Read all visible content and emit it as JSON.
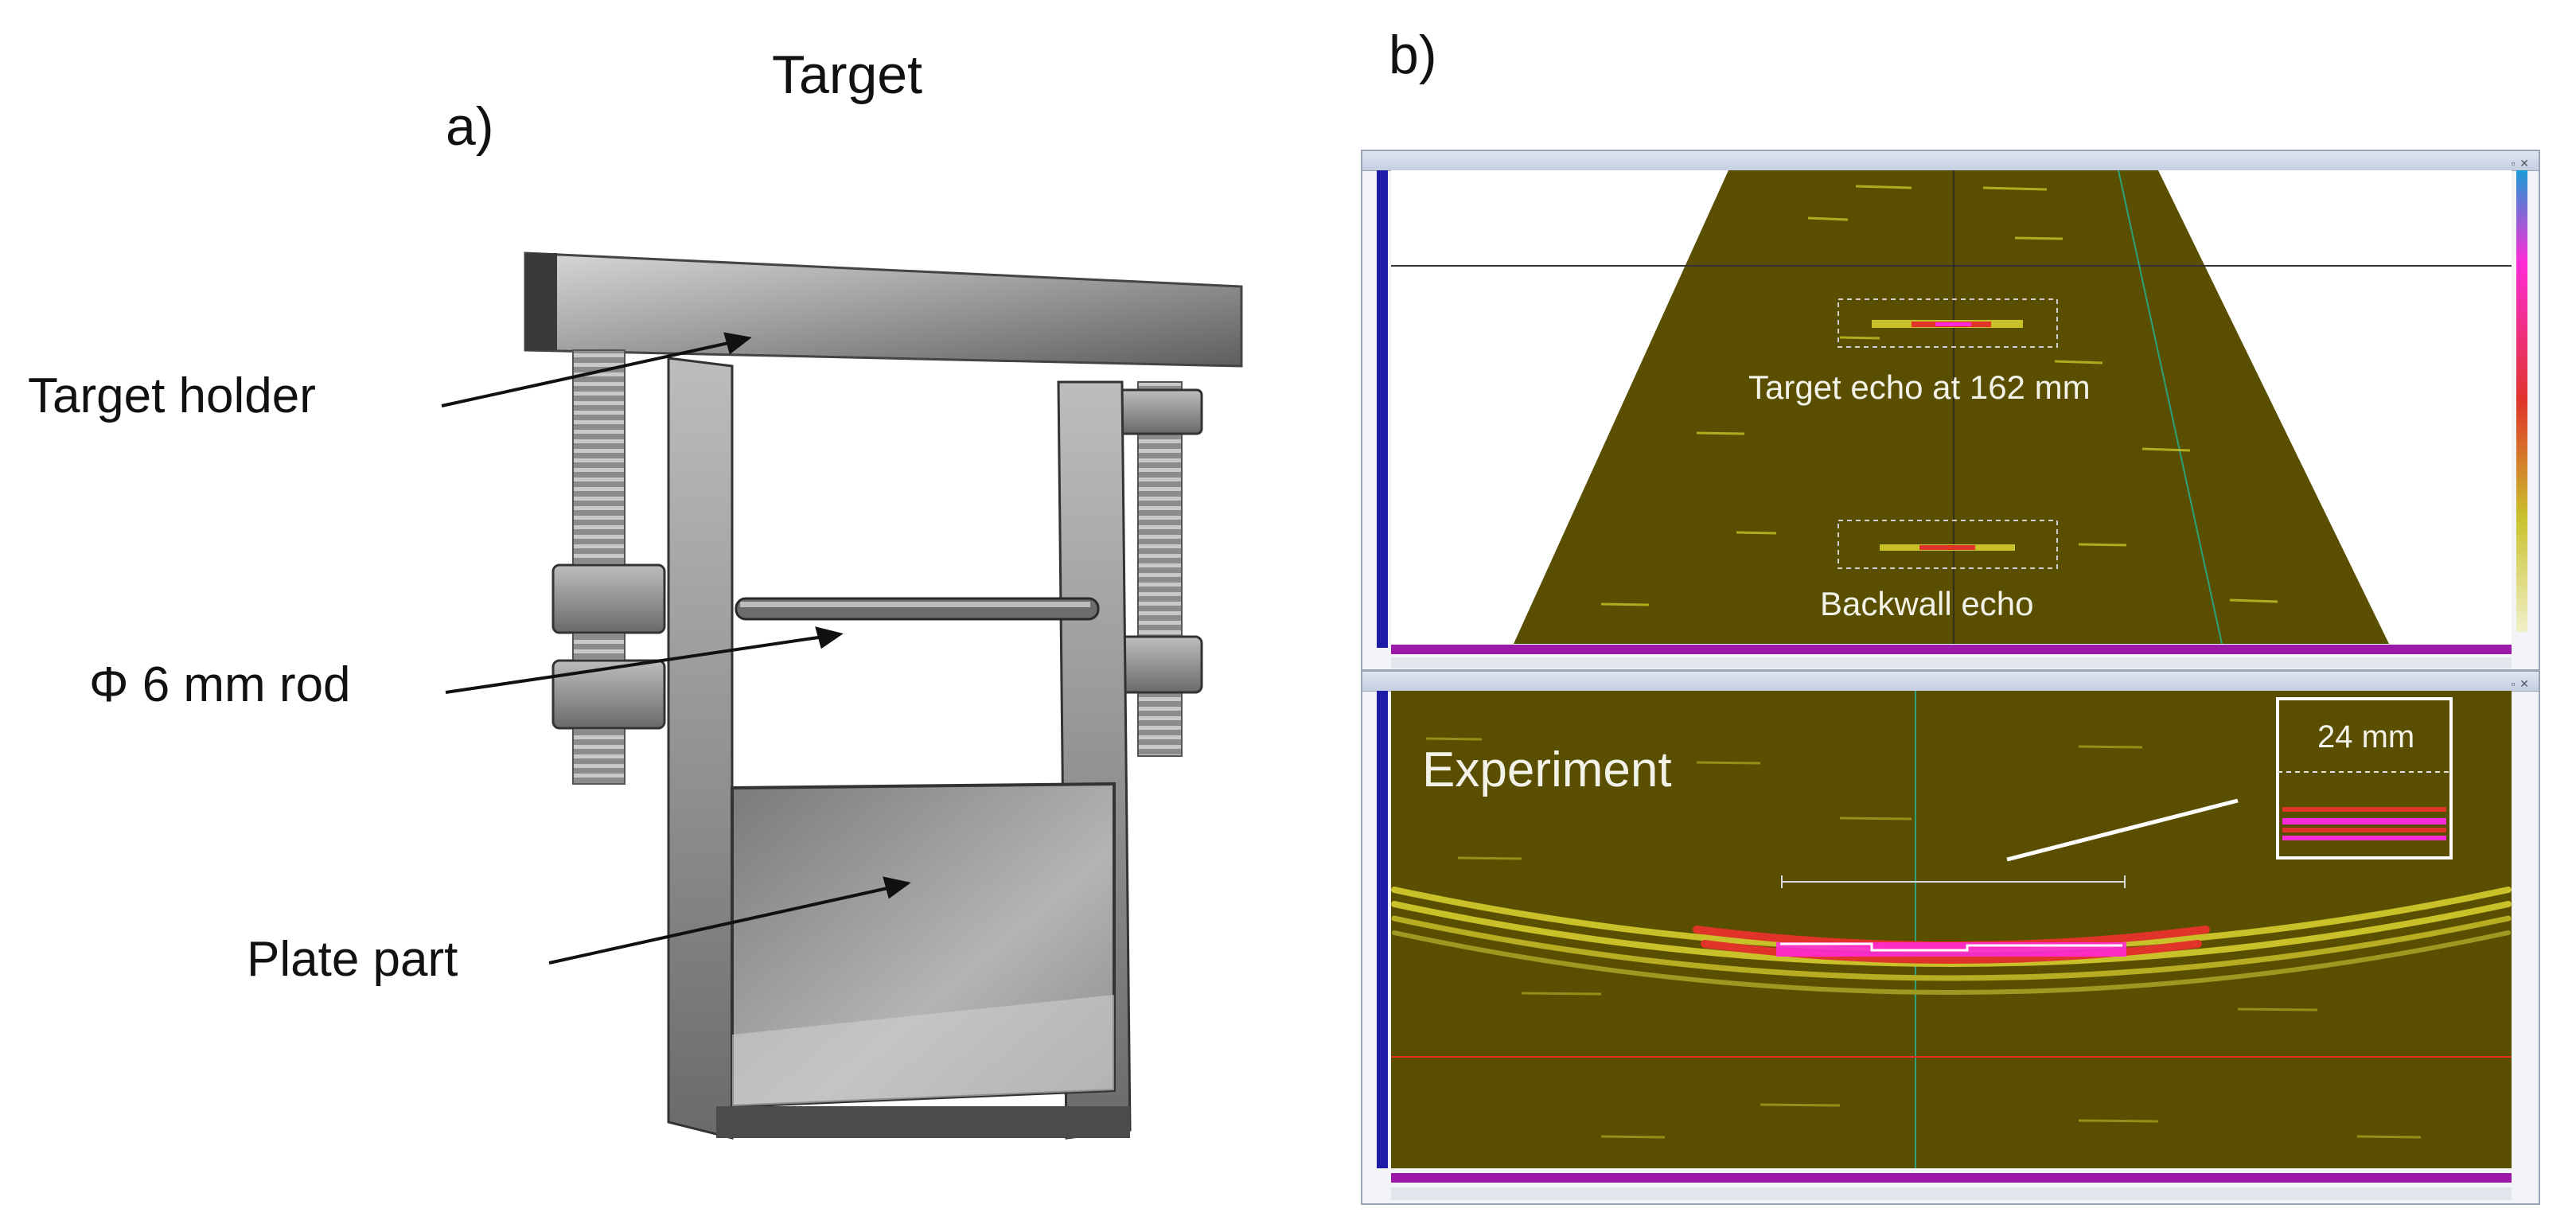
{
  "panel_a": {
    "label": "a)",
    "title": "Target",
    "annotations": {
      "target_holder": "Target holder",
      "rod": "Φ 6 mm rod",
      "plate_part": "Plate part"
    }
  },
  "panel_b": {
    "label": "b)",
    "top_view": {
      "target_echo": "Target echo at 162 mm",
      "backwall_echo": "Backwall echo"
    },
    "bottom_view": {
      "title": "Experiment",
      "measurement": "24 mm"
    }
  },
  "colors": {
    "scan_background": "#5a4f00",
    "echo_yellow": "#c9c12a",
    "echo_red": "#e0342a",
    "echo_magenta": "#ff2bd6",
    "window_frame": "#9aa4b4",
    "scale_blue": "#1c1ca8",
    "scale_purple": "#9b1aa8"
  }
}
